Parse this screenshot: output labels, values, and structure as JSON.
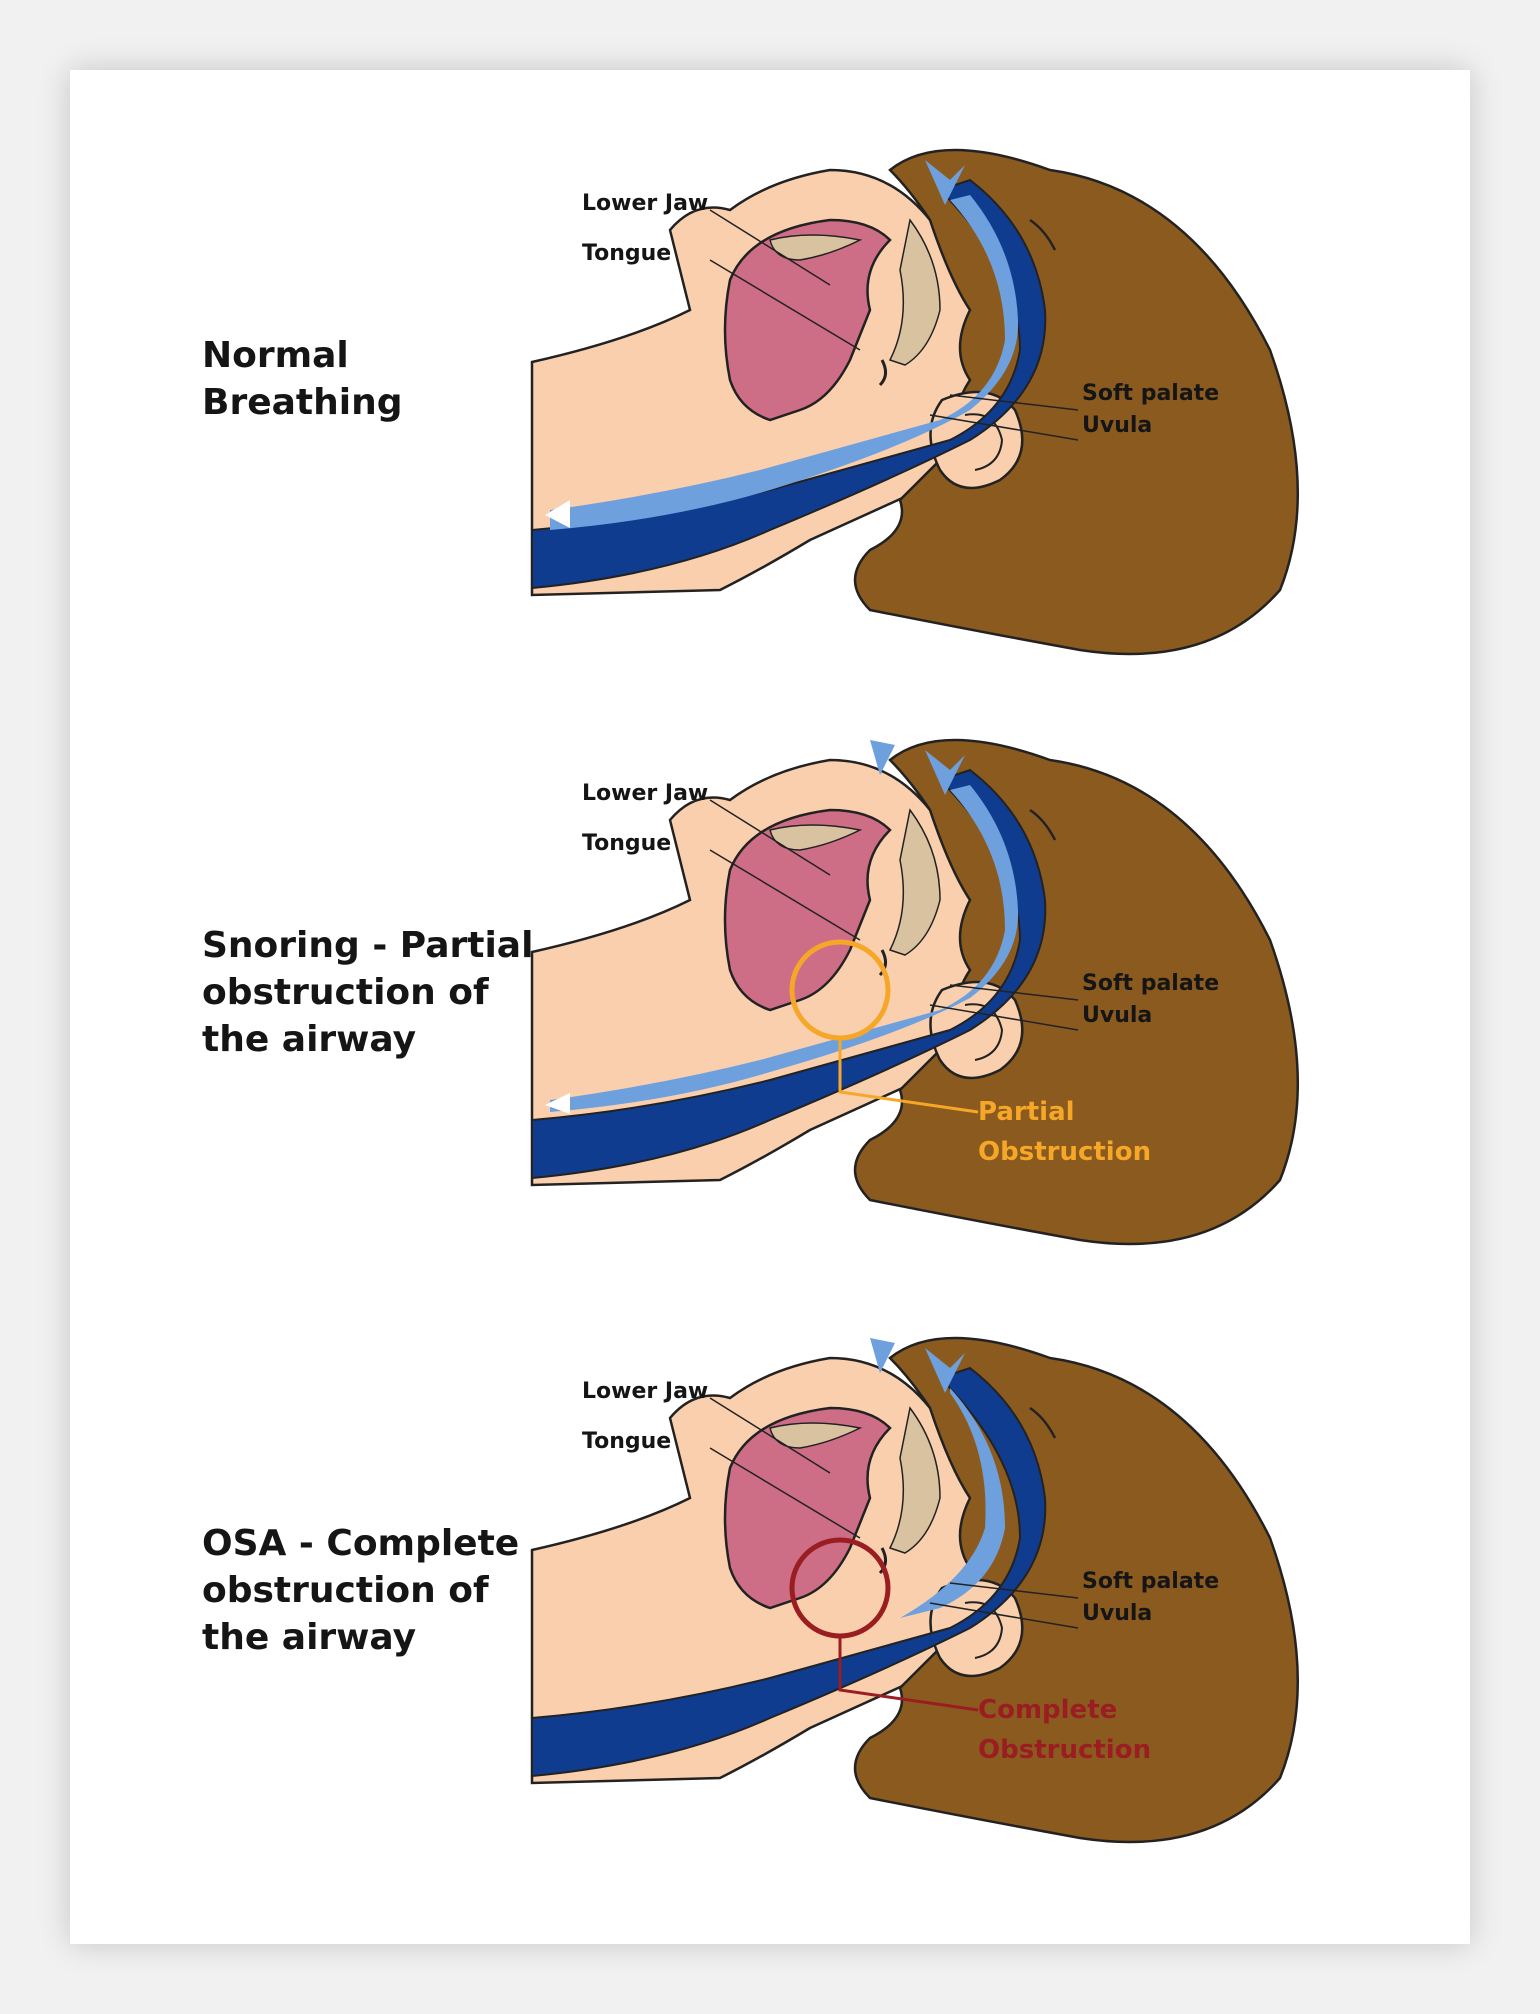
{
  "colors": {
    "skin": "#f9cfae",
    "hair": "#8b5a1f",
    "airway_dark": "#103c8f",
    "airway_light": "#6ea0de",
    "tongue": "#cd6d86",
    "bone": "#d8c2a0",
    "outline": "#222222",
    "partial": "#f6a728",
    "complete": "#9a1d22"
  },
  "icons": [
    "airflow-arrow-icon",
    "obstruction-circle-icon"
  ],
  "panels": [
    {
      "heading": "Normal\nBreathing",
      "labels": {
        "lower_jaw": "Lower Jaw",
        "tongue": "Tongue",
        "soft_palate": "Soft palate",
        "uvula": "Uvula"
      },
      "obstruction": null
    },
    {
      "heading": "Snoring - Partial\nobstruction of\nthe airway",
      "labels": {
        "lower_jaw": "Lower Jaw",
        "tongue": "Tongue",
        "soft_palate": "Soft palate",
        "uvula": "Uvula"
      },
      "obstruction": {
        "line1": "Partial",
        "line2": "Obstruction"
      }
    },
    {
      "heading": "OSA - Complete\nobstruction of\nthe airway",
      "labels": {
        "lower_jaw": "Lower Jaw",
        "tongue": "Tongue",
        "soft_palate": "Soft palate",
        "uvula": "Uvula"
      },
      "obstruction": {
        "line1": "Complete",
        "line2": "Obstruction"
      }
    }
  ]
}
